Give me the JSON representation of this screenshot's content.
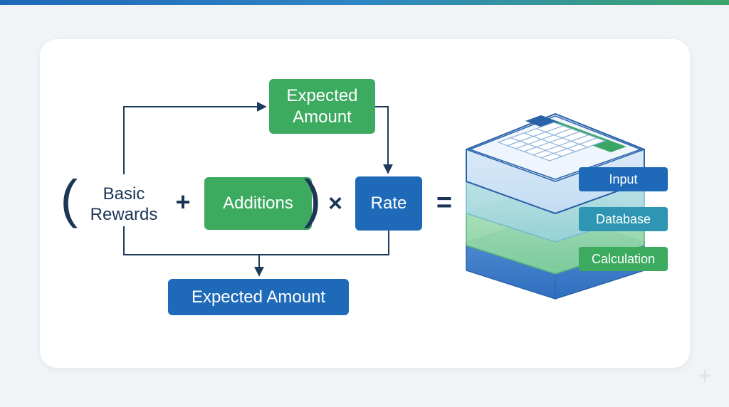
{
  "diagram": {
    "left_paren": "(",
    "right_paren": ")",
    "basic_rewards": "Basic\nRewards",
    "plus": "+",
    "additions": "Additions",
    "times": "×",
    "rate": "Rate",
    "equals": "=",
    "expected_amount_top": "Expected\nAmount",
    "expected_amount_bottom": "Expected Amount"
  },
  "stack": {
    "labels": [
      "Input",
      "Database",
      "Calculation"
    ]
  },
  "colors": {
    "green": "#3caa5f",
    "blue": "#1f6ab8",
    "teal": "#2e96b2",
    "text_dark": "#1b3555",
    "arrow": "#1b3a5c"
  },
  "icons": [
    "database-stack-icon",
    "sparkle-icon"
  ]
}
